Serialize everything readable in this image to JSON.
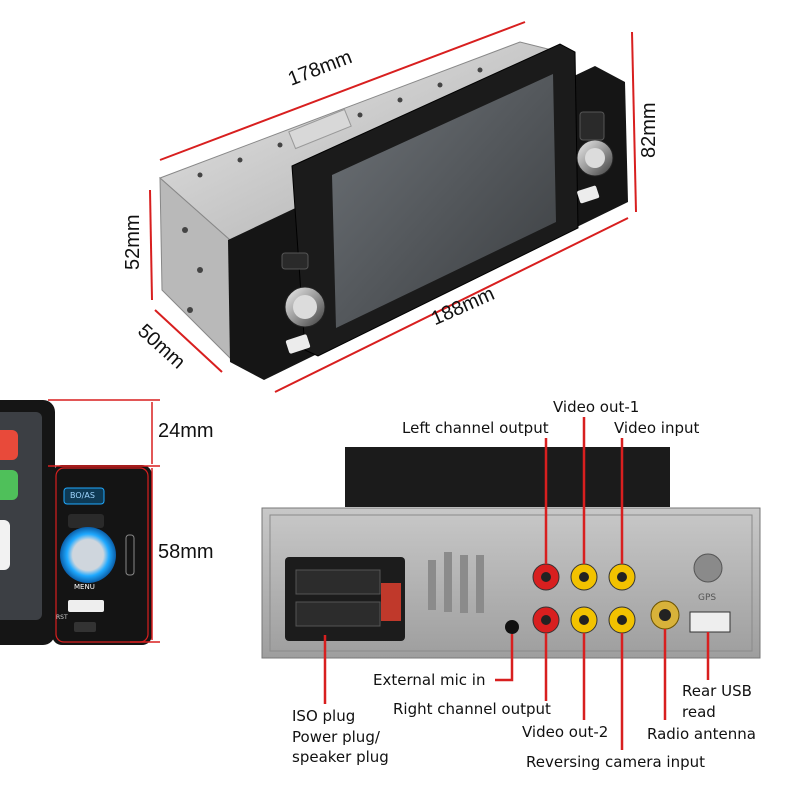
{
  "dimensions": {
    "width_178": "178mm",
    "depth_50": "50mm",
    "height_52": "52mm",
    "width_188": "188mm",
    "height_82": "82mm",
    "top_24": "24mm",
    "lower_58": "58mm"
  },
  "device_text": {
    "bt_label": "BO/AS",
    "menu_label": "MENU",
    "rst_label": "RST",
    "gps_label": "GPS"
  },
  "callouts": {
    "left_channel_output": "Left channel output",
    "video_out_1": "Video out-1",
    "video_input": "Video input",
    "external_mic_in": "External mic in",
    "iso_plug": "ISO plug",
    "power_plug": "Power plug/",
    "speaker_plug": "speaker plug",
    "right_channel_output": "Right channel output",
    "video_out_2": "Video out-2",
    "reversing_camera_input": "Reversing camera input",
    "rear_usb_read_1": "Rear USB",
    "rear_usb_read_2": "read",
    "radio_antenna": "Radio antenna"
  },
  "colors": {
    "callout_line": "#d81f1f",
    "rca_yellow": "#f2c200",
    "rca_red": "#d81f1f"
  }
}
